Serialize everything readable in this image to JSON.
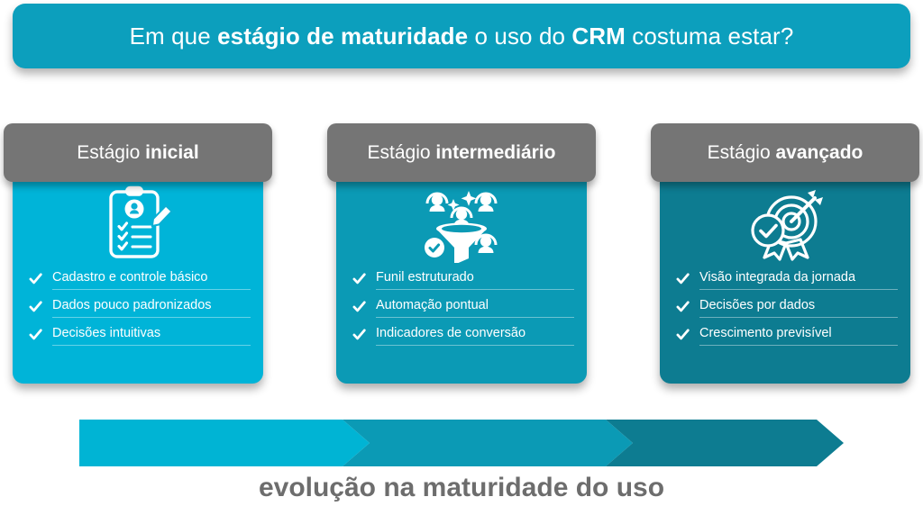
{
  "header": {
    "title_prefix": "Em que ",
    "title_bold": "estágio de maturidade",
    "title_middle": " o uso do ",
    "title_bold2": "CRM",
    "title_suffix": " costuma estar?",
    "title_full": "Em que estágio de maturidade o uso do CRM costuma estar?",
    "background_color": "#0c9fbd",
    "text_color": "#ffffff"
  },
  "stages": [
    {
      "head_prefix": "Estágio ",
      "head_bold": "inicial",
      "head_full": "Estágio inicial",
      "header_color": "#757575",
      "body_color": "#00b4d8",
      "icon": "clipboard-checklist-pencil-icon",
      "bullets": [
        "Cadastro e controle básico",
        "Dados pouco padronizados",
        "Decisões intuitivas"
      ]
    },
    {
      "head_prefix": "Estágio ",
      "head_bold": "intermediário",
      "head_full": "Estágio intermediário",
      "header_color": "#757575",
      "body_color": "#0b9ab5",
      "icon": "funnel-people-icon",
      "bullets": [
        "Funil estruturado",
        "Automação pontual",
        "Indicadores de conversão"
      ]
    },
    {
      "head_prefix": "Estágio ",
      "head_bold": "avançado",
      "head_full": "Estágio avançado",
      "header_color": "#757575",
      "body_color": "#0d7c91",
      "icon": "target-arrow-badge-icon",
      "bullets": [
        "Visão integrada da jornada",
        "Decisões por dados",
        "Crescimento previsível"
      ]
    }
  ],
  "progress_arrow": {
    "segments": [
      {
        "color": "#00b4d4"
      },
      {
        "color": "#0b9ab5"
      },
      {
        "color": "#0d7c91"
      }
    ]
  },
  "footer": {
    "caption": "evolução na maturidade do uso",
    "color": "#6d6d6d"
  },
  "palette": {
    "banner": "#0c9fbd",
    "card_header_gray": "#757575",
    "stage_light": "#00b4d8",
    "stage_mid": "#0b9ab5",
    "stage_dark": "#0d7c91",
    "white": "#ffffff"
  }
}
